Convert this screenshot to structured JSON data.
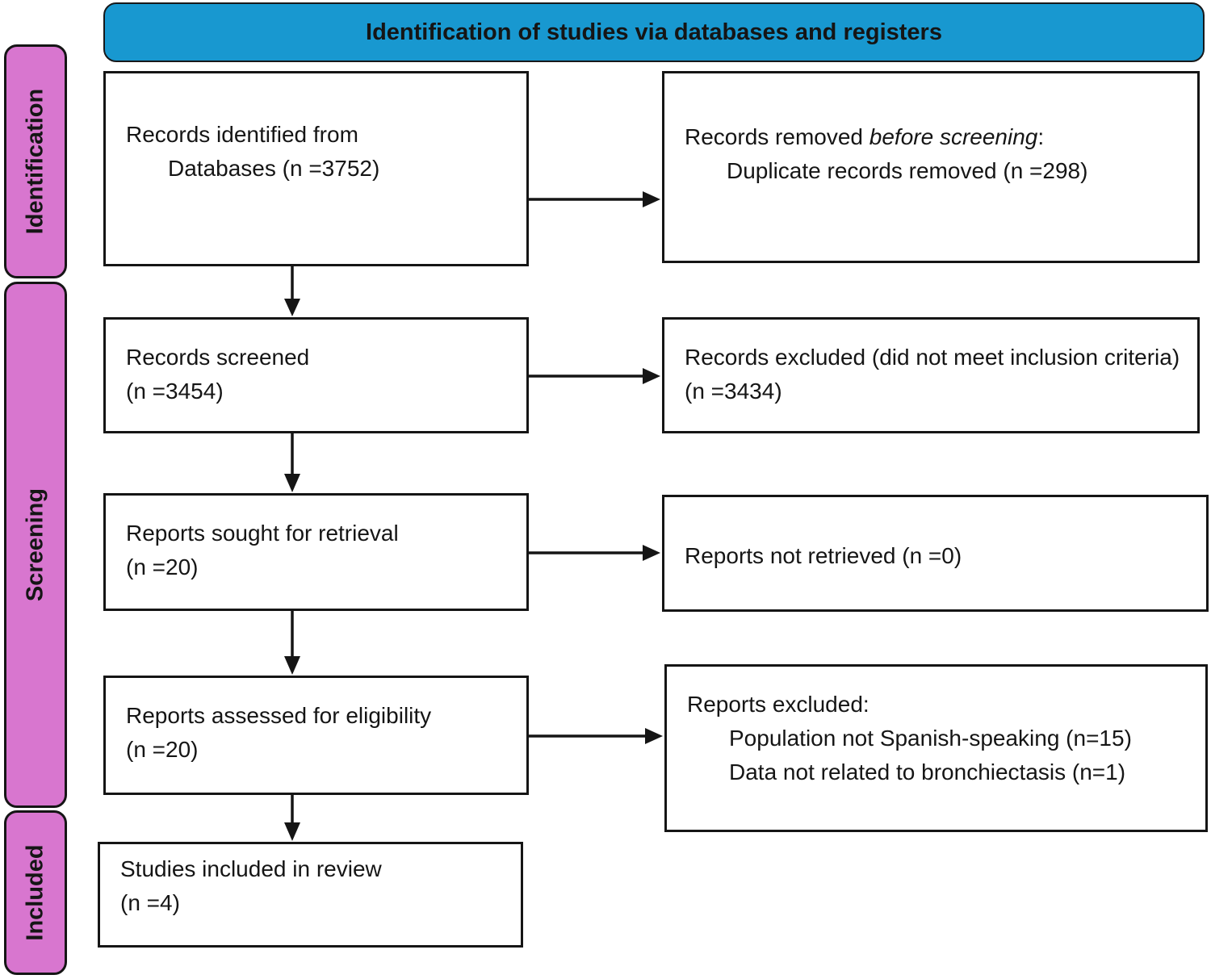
{
  "header": {
    "title": "Identification of studies via databases and registers"
  },
  "palette": {
    "header_bg": "#1898D0",
    "stage_bg": "#D876CF"
  },
  "stages": [
    {
      "label": "Identification"
    },
    {
      "label": "Screening"
    },
    {
      "label": "Included"
    }
  ],
  "flow": {
    "records_identified": {
      "line1": "Records identified from",
      "line2": "Databases (n =3752)"
    },
    "records_removed": {
      "prefix": "Records removed ",
      "italic": "before screening",
      "suffix": ":",
      "detail": "Duplicate records removed (n =298)"
    },
    "records_screened": {
      "line1": "Records screened",
      "line2": "(n =3454)"
    },
    "records_excluded": {
      "text": "Records excluded (did not meet inclusion criteria) (n =3434)"
    },
    "reports_sought": {
      "line1": "Reports sought for retrieval",
      "line2": "(n =20)"
    },
    "reports_not_retrieved": {
      "text": "Reports not retrieved (n =0)"
    },
    "reports_assessed": {
      "line1": "Reports assessed for eligibility",
      "line2": "(n =20)"
    },
    "reports_excluded": {
      "line1": "Reports excluded:",
      "detail1": "Population not Spanish-speaking (n=15)",
      "detail2": "Data not related to bronchiectasis (n=1)"
    },
    "studies_included": {
      "line1": "Studies included in review",
      "line2": "(n =4)"
    }
  }
}
